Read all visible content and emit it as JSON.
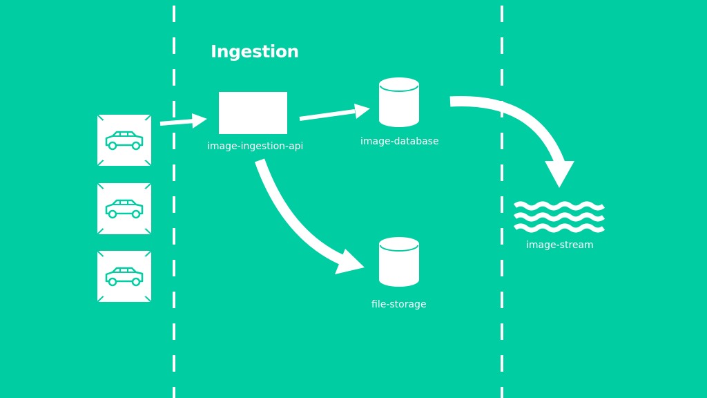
{
  "title": "Ingestion",
  "labels": {
    "api": "image-ingestion-api",
    "database": "image-database",
    "storage": "file-storage",
    "stream": "image-stream"
  },
  "icons": {
    "cameras": [
      "camera-car-icon",
      "camera-car-icon",
      "camera-car-icon"
    ],
    "api": "api-box-icon",
    "database": "database-icon",
    "storage": "database-icon",
    "stream": "waves-icon"
  },
  "colors": {
    "background": "#00CDA1",
    "foreground": "#FFFFFF"
  }
}
